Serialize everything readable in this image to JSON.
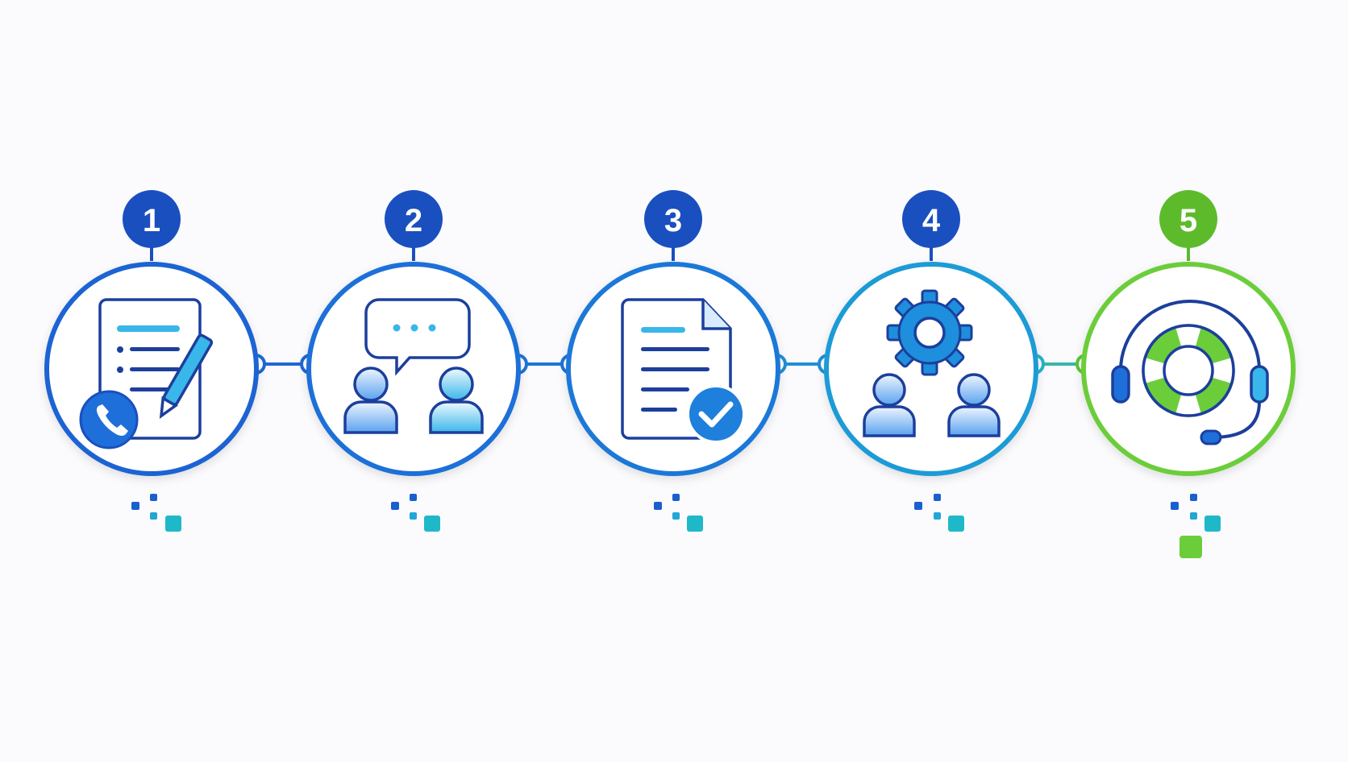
{
  "colors": {
    "background": "#fbfbfd",
    "blue_dark": "#1a4fbf",
    "blue_mid": "#1e6fd9",
    "cyan": "#29a9d6",
    "teal": "#1fb8c9",
    "green": "#6ccd3a",
    "green_dark": "#5dbb2b",
    "icon_stroke": "#1c3f9c",
    "icon_fill_light": "#d9ecff",
    "icon_fill_accent": "#39b6ea"
  },
  "steps": [
    {
      "number": "1",
      "icon": "contract-call-icon",
      "ring_color": "#1f63d3",
      "badge_color": "#1a4fbf"
    },
    {
      "number": "2",
      "icon": "consultation-chat-icon",
      "ring_color": "#1d6fd8",
      "badge_color": "#1a4fbf"
    },
    {
      "number": "3",
      "icon": "approved-document-icon",
      "ring_color": "#1c78d8",
      "badge_color": "#1a4fbf"
    },
    {
      "number": "4",
      "icon": "team-settings-icon",
      "ring_color": "#1e9bd6",
      "badge_color": "#1a4fbf"
    },
    {
      "number": "5",
      "icon": "support-headset-icon",
      "ring_color": "#6ccd3a",
      "badge_color": "#5dbb2b"
    }
  ]
}
